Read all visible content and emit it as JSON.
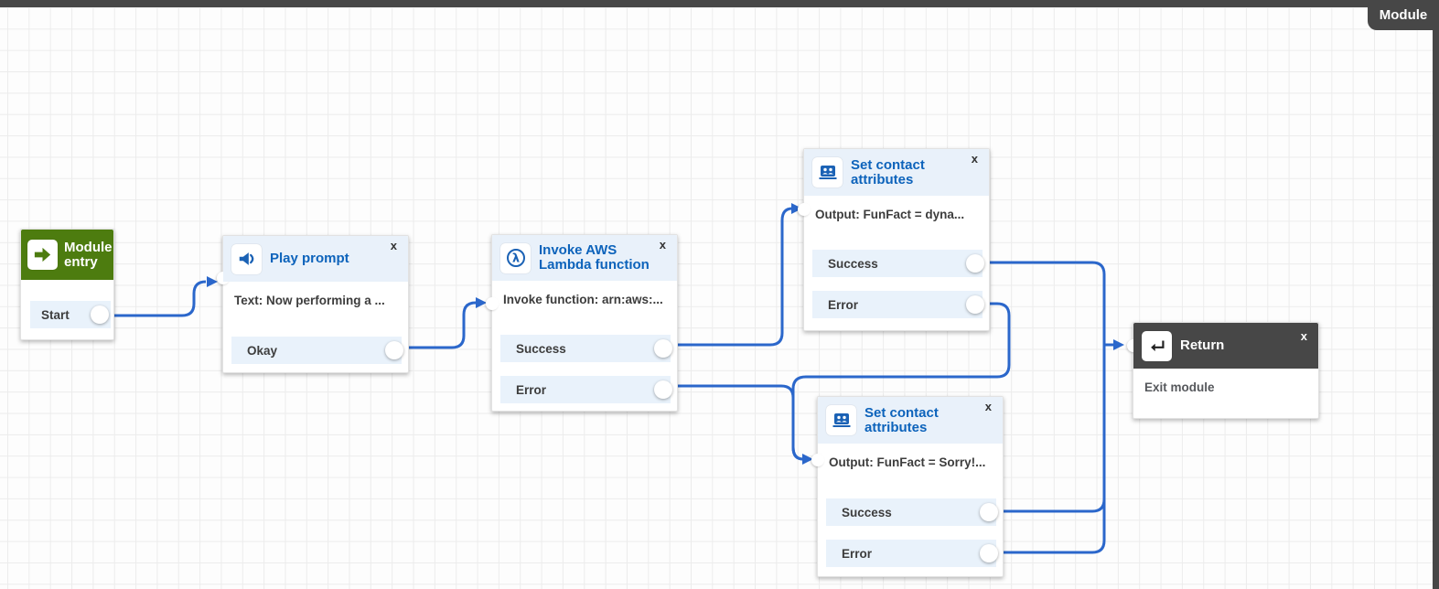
{
  "chrome": {
    "tab_label": "Module",
    "close_label": "x"
  },
  "colors": {
    "connection_blue": "#2b67cb",
    "title_blue": "#0d63bb",
    "entry_green": "#4d7c0f",
    "frame_dark": "#474747",
    "header_light_blue": "#e9f1fa",
    "row_light_blue": "#e9f2fb"
  },
  "nodes": {
    "module_entry": {
      "title": "Module entry",
      "icon": "enter-arrow-icon",
      "rows": {
        "start": "Start"
      }
    },
    "play_prompt": {
      "title": "Play prompt",
      "icon": "speaker-icon",
      "body": "Text: Now performing a ...",
      "rows": {
        "okay": "Okay"
      }
    },
    "invoke_lambda": {
      "title": "Invoke AWS Lambda function",
      "icon": "lambda-icon",
      "body": "Invoke function: arn:aws:...",
      "rows": {
        "success": "Success",
        "error": "Error"
      }
    },
    "set_contact_attributes_top": {
      "title": "Set contact attributes",
      "icon": "contact-attributes-icon",
      "body": "Output: FunFact = dyna...",
      "rows": {
        "success": "Success",
        "error": "Error"
      }
    },
    "set_contact_attributes_bottom": {
      "title": "Set contact attributes",
      "icon": "contact-attributes-icon",
      "body": "Output: FunFact = Sorry!...",
      "rows": {
        "success": "Success",
        "error": "Error"
      }
    },
    "return_node": {
      "title": "Return",
      "icon": "return-arrow-icon",
      "body": "Exit module"
    }
  },
  "connections": [
    {
      "from": "module-entry.start",
      "to": "play-prompt"
    },
    {
      "from": "play-prompt.okay",
      "to": "invoke-lambda"
    },
    {
      "from": "invoke-lambda.success",
      "to": "set-contact-attributes-top"
    },
    {
      "from": "invoke-lambda.error",
      "to": "set-contact-attributes-bottom"
    },
    {
      "from": "set-contact-attributes-top.success",
      "to": "return"
    },
    {
      "from": "set-contact-attributes-top.error",
      "to": "set-contact-attributes-bottom"
    },
    {
      "from": "set-contact-attributes-bottom.success",
      "to": "return"
    },
    {
      "from": "set-contact-attributes-bottom.error",
      "to": "return"
    }
  ]
}
